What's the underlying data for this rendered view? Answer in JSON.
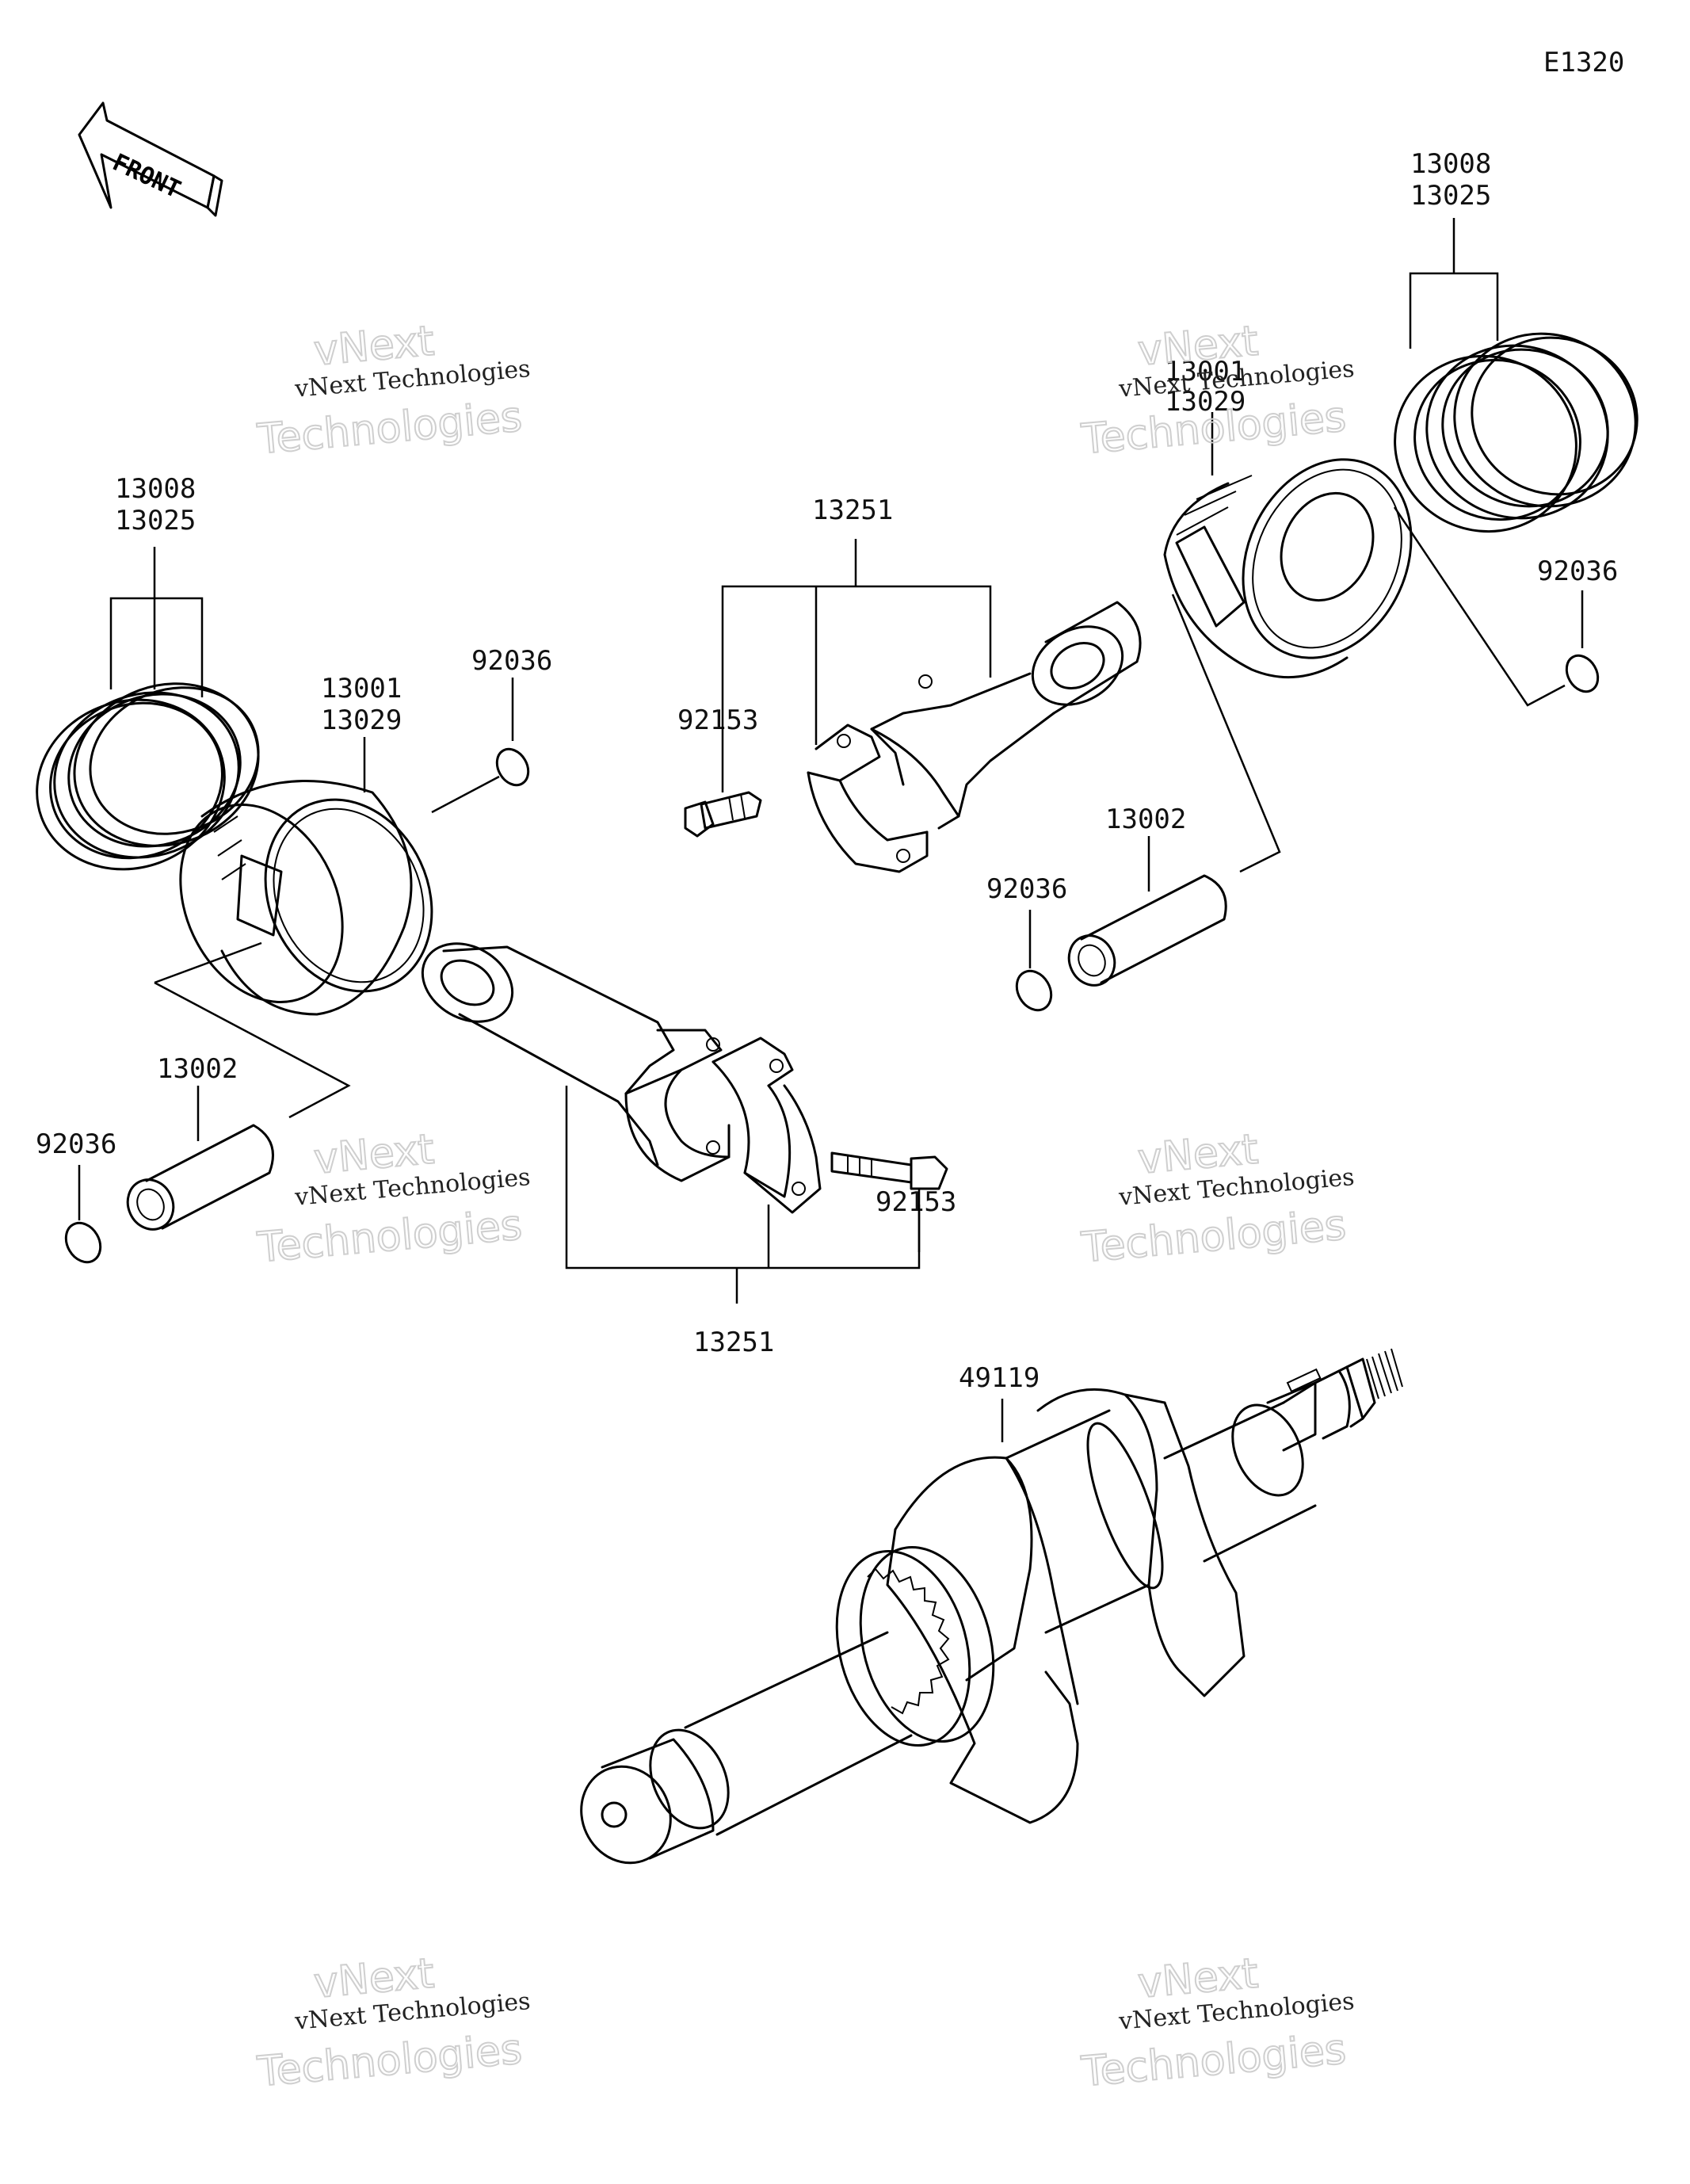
{
  "diagram_code": "E1320",
  "front_label": "FRONT",
  "watermark": {
    "line1": "vNext Technologies",
    "line2": "Technologies",
    "line3": "vNext"
  },
  "labels": {
    "left_rings": [
      "13008",
      "13025"
    ],
    "left_piston": [
      "13001",
      "13029"
    ],
    "left_circlip_top": "92036",
    "left_pin": "13002",
    "left_circlip_bottom": "92036",
    "upper_conrod": "13251",
    "upper_bolt": "92153",
    "lower_bolt": "92153",
    "lower_conrod": "13251",
    "right_rings": [
      "13008",
      "13025"
    ],
    "right_piston": [
      "13001",
      "13029"
    ],
    "right_circlip_top": "92036",
    "right_pin": "13002",
    "right_circlip_bottom": "92036",
    "crankshaft": "49119"
  }
}
